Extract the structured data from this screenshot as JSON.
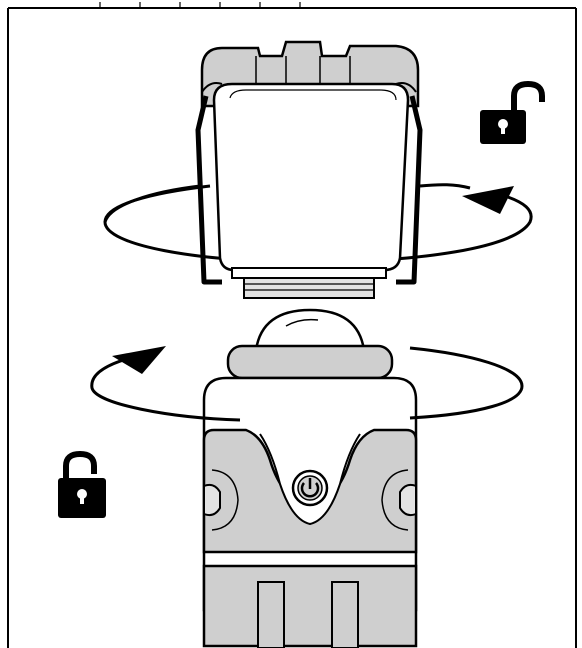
{
  "diagram": {
    "top_component": "lantern-globe",
    "bottom_component": "lantern-base",
    "instruction": "unlock-by-twisting",
    "icons": [
      "padlock-unlocked-icon",
      "padlock-unlocked-icon",
      "rotation-arrow-icon",
      "rotation-arrow-icon",
      "power-icon"
    ]
  },
  "colors": {
    "stroke": "#000000",
    "body_gray": "#cfcfcf",
    "light_gray": "#e3e3e3",
    "background": "#ffffff"
  }
}
